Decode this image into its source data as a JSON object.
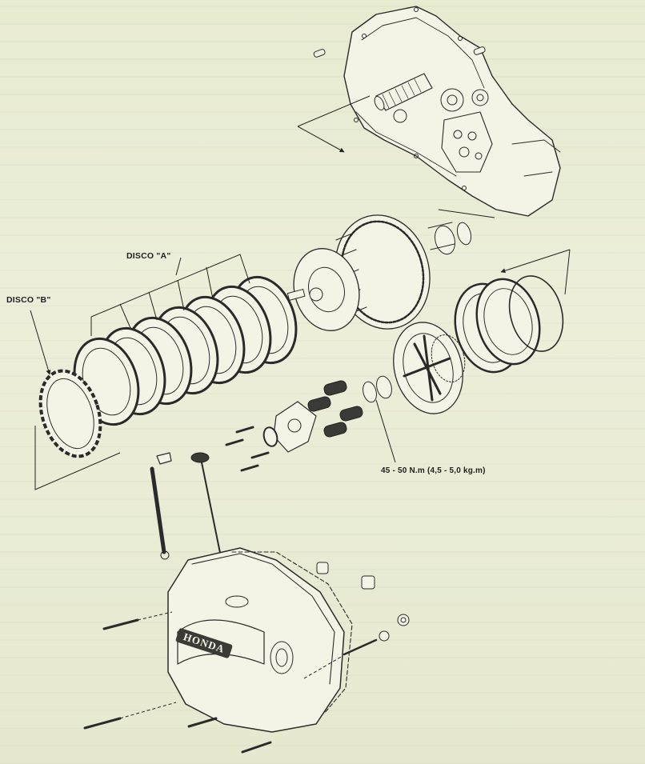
{
  "labels": {
    "disco_a": "DISCO \"A\"",
    "disco_b": "DISCO \"B\"",
    "torque": "45 - 50 N.m (4,5 - 5,0 kg.m)",
    "cover_brand": "HONDA"
  },
  "colors": {
    "paper": "#e9ecd4",
    "ink": "#2a2a2a"
  }
}
